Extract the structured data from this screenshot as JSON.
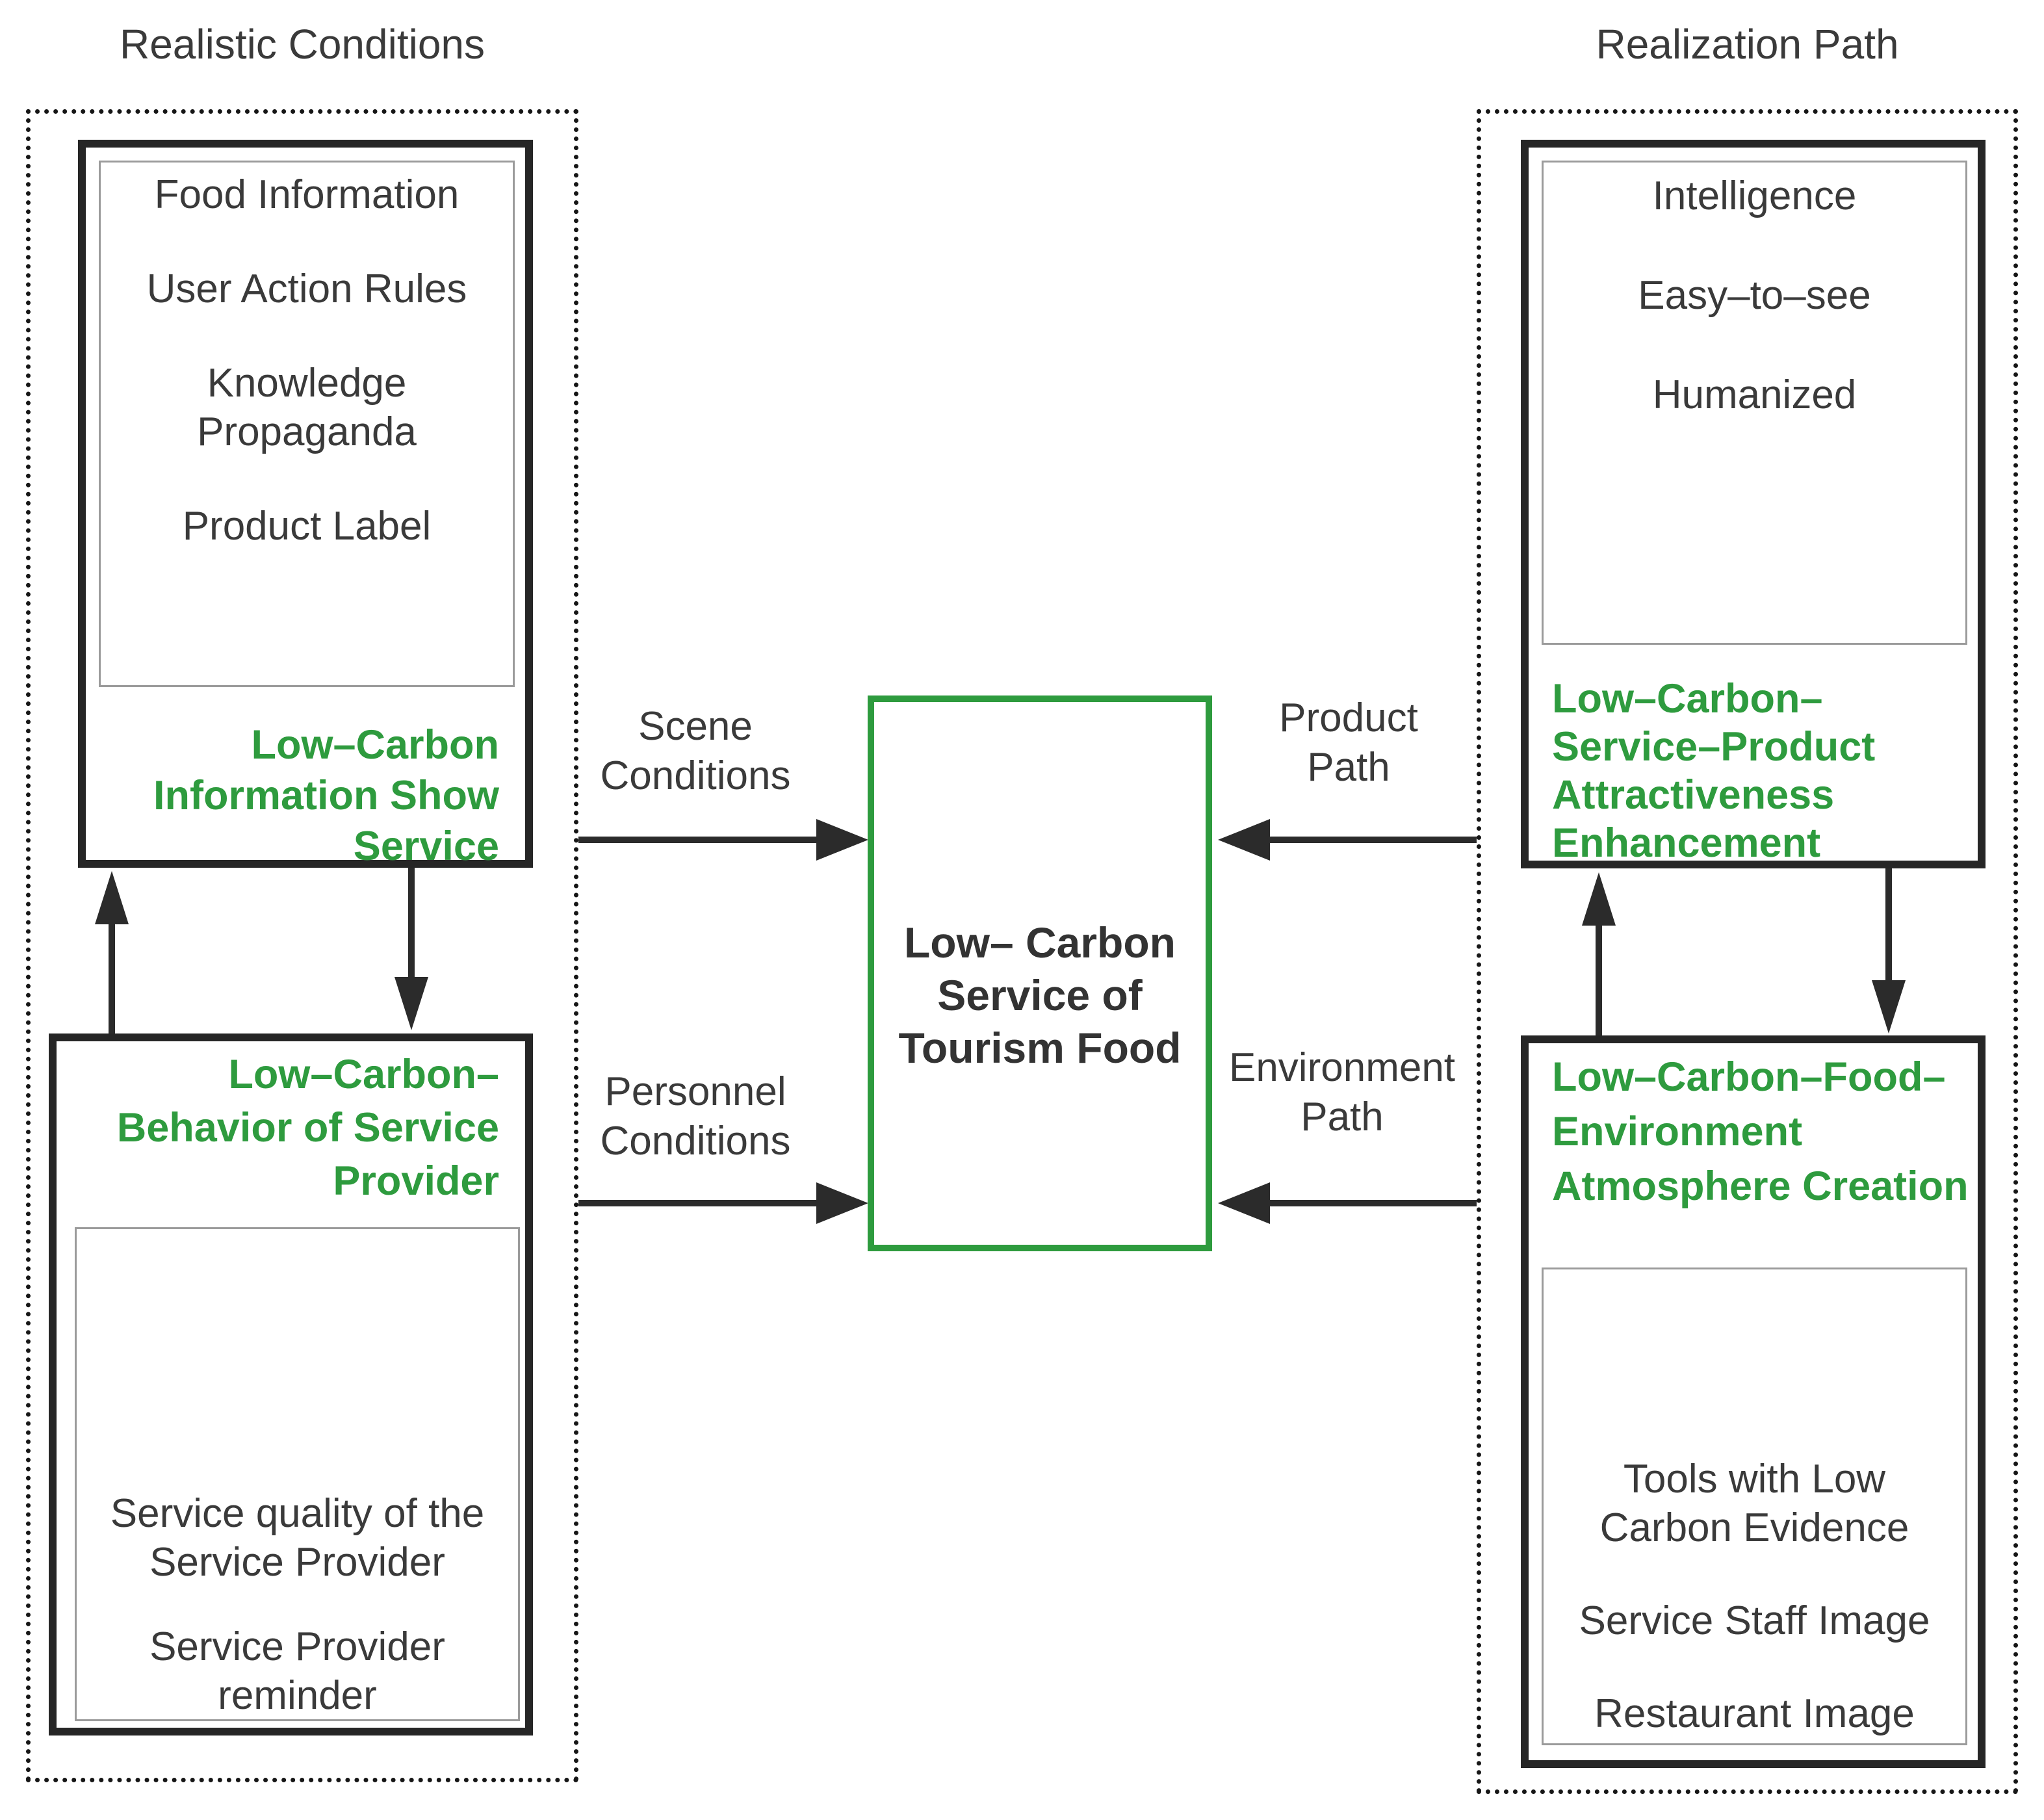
{
  "colors": {
    "green": "#2e9b3e",
    "line": "#2b2b2b",
    "ink": "#3a3a3a"
  },
  "left": {
    "title": "Realistic Conditions",
    "top_box": {
      "items": [
        "Food Information",
        "User Action Rules",
        "Knowledge\nPropaganda",
        "Product Label"
      ],
      "label": "Low–Carbon\nInformation Show\nService"
    },
    "bottom_box": {
      "label": "Low–Carbon–\nBehavior  of Service\nProvider",
      "items": [
        "Service quality of the\nService Provider",
        "Service Provider\nreminder"
      ]
    }
  },
  "center": {
    "box_label": "Low– Carbon\nService of\nTourism Food",
    "flows": {
      "scene": "Scene\nConditions",
      "personnel": "Personnel\nConditions",
      "product": "Product\nPath",
      "environment": "Environment\nPath"
    }
  },
  "right": {
    "title": "Realization Path",
    "top_box": {
      "items": [
        "Intelligence",
        "Easy–to–see",
        "Humanized"
      ],
      "label": "Low–Carbon–\nService–Product\nAttractiveness\nEnhancement"
    },
    "bottom_box": {
      "label": "Low–Carbon–Food–\nEnvironment\nAtmosphere Creation",
      "items": [
        "Tools with Low\nCarbon Evidence",
        "Service Staff Image",
        "Restaurant Image"
      ]
    }
  }
}
